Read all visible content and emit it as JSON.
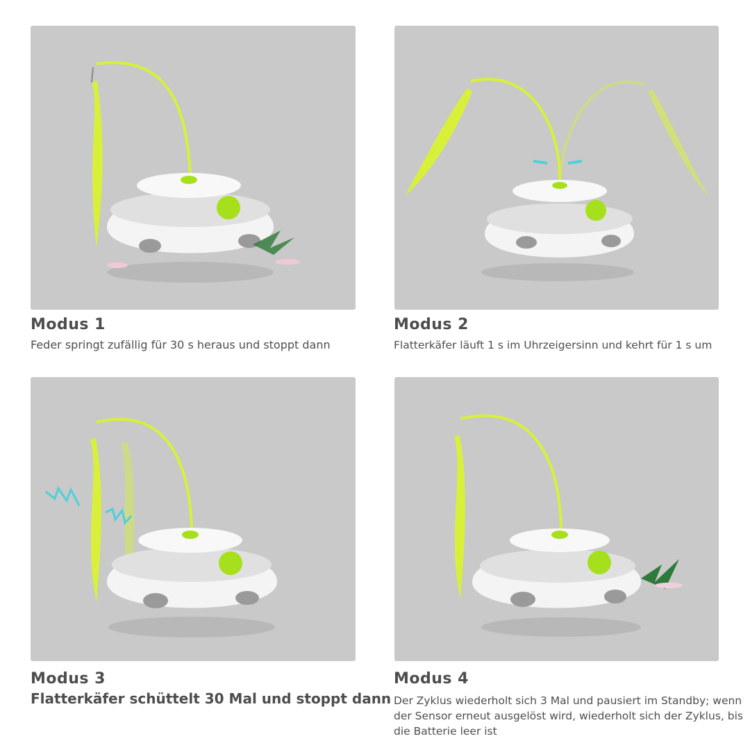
{
  "colors": {
    "panel_bg": "#c9c9c9",
    "feather_yellow": "#d8f03a",
    "ball_green": "#a6e01c",
    "toy_white": "#f4f4f4",
    "motion_cyan": "#4fd0d8",
    "feather_green": "#2e7a3a"
  },
  "modes": [
    {
      "title": "Modus 1",
      "description": "Feder springt zufällig für 30 s heraus und stoppt dann"
    },
    {
      "title": "Modus 2",
      "description": "Flatterkäfer läuft 1 s im Uhrzeigersinn und kehrt für 1 s um"
    },
    {
      "title": "Modus 3",
      "description": "Flatterkäfer schüttelt 30 Mal und stoppt dann"
    },
    {
      "title": "Modus 4",
      "description": "Der Zyklus wiederholt sich 3 Mal und pausiert im Standby; wenn der Sensor erneut ausgelöst wird, wiederholt sich der Zyklus, bis die Batterie leer ist"
    }
  ]
}
